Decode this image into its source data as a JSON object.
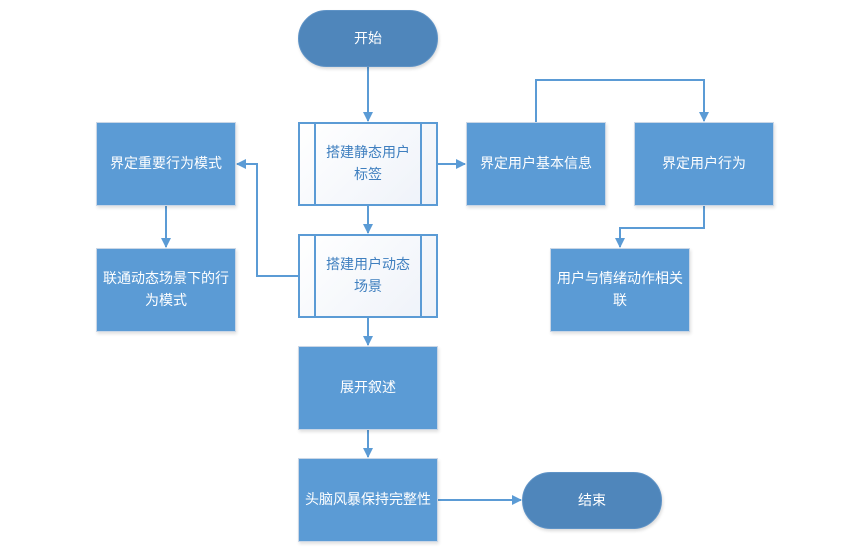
{
  "diagram": {
    "type": "flowchart",
    "colors": {
      "process_fill": "#5b9bd5",
      "terminal_fill": "#4f86bb",
      "predefined_border": "#5b9bd5",
      "predefined_text": "#3f7fbf",
      "connector": "#5b9bd5"
    },
    "nodes": {
      "start": {
        "label": "开始",
        "shape": "terminal"
      },
      "static_tags": {
        "label": "搭建静态用户标签",
        "shape": "predefined-process"
      },
      "dynamic_scene": {
        "label": "搭建用户动态场景",
        "shape": "predefined-process"
      },
      "narrate": {
        "label": "展开叙述",
        "shape": "process"
      },
      "brainstorm": {
        "label": "头脑风暴保持完整性",
        "shape": "process"
      },
      "end": {
        "label": "结束",
        "shape": "terminal"
      },
      "key_behavior": {
        "label": "界定重要行为模式",
        "shape": "process"
      },
      "link_behavior": {
        "label": "联通动态场景下的行为模式",
        "shape": "process"
      },
      "basic_info": {
        "label": "界定用户基本信息",
        "shape": "process"
      },
      "user_behavior": {
        "label": "界定用户行为",
        "shape": "process"
      },
      "emotion_link": {
        "label": "用户与情绪动作相关联",
        "shape": "process"
      }
    },
    "edges": [
      {
        "from": "start",
        "to": "static_tags"
      },
      {
        "from": "static_tags",
        "to": "dynamic_scene"
      },
      {
        "from": "static_tags",
        "to": "basic_info"
      },
      {
        "from": "basic_info",
        "to": "user_behavior"
      },
      {
        "from": "user_behavior",
        "to": "emotion_link"
      },
      {
        "from": "dynamic_scene",
        "to": "key_behavior"
      },
      {
        "from": "key_behavior",
        "to": "link_behavior"
      },
      {
        "from": "dynamic_scene",
        "to": "narrate"
      },
      {
        "from": "narrate",
        "to": "brainstorm"
      },
      {
        "from": "brainstorm",
        "to": "end"
      }
    ]
  }
}
